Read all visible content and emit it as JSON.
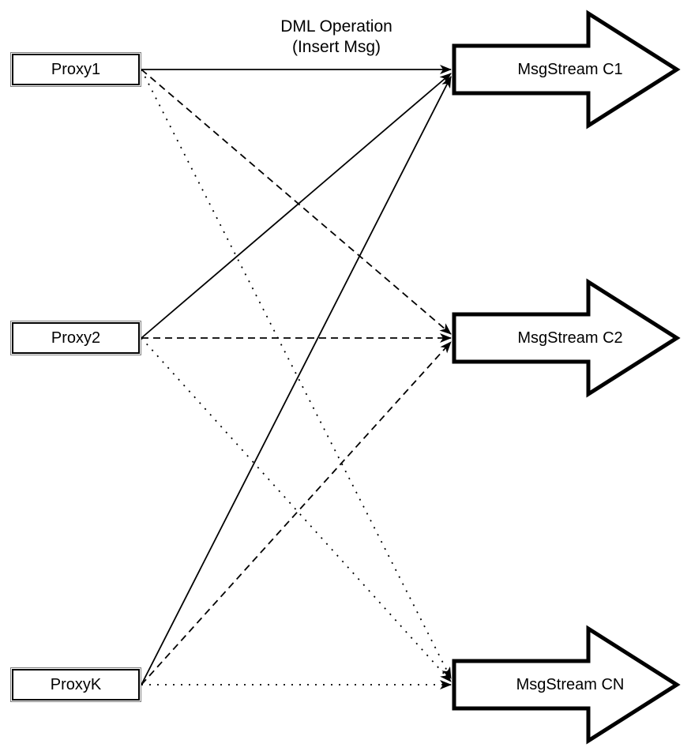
{
  "diagram": {
    "edge_label": {
      "line1": "DML Operation",
      "line2": "(Insert Msg)"
    },
    "proxies": [
      {
        "id": "proxy1",
        "label": "Proxy1"
      },
      {
        "id": "proxy2",
        "label": "Proxy2"
      },
      {
        "id": "proxyk",
        "label": "ProxyK"
      }
    ],
    "streams": [
      {
        "id": "msgstream-c1",
        "label": "MsgStream C1"
      },
      {
        "id": "msgstream-c2",
        "label": "MsgStream C2"
      },
      {
        "id": "msgstream-cn",
        "label": "MsgStream CN"
      }
    ],
    "edges": [
      {
        "from": "Proxy1",
        "to": "MsgStream C1",
        "style": "solid",
        "label": "DML Operation (Insert Msg)"
      },
      {
        "from": "Proxy2",
        "to": "MsgStream C1",
        "style": "solid"
      },
      {
        "from": "ProxyK",
        "to": "MsgStream C1",
        "style": "solid"
      },
      {
        "from": "Proxy1",
        "to": "MsgStream C2",
        "style": "dashed"
      },
      {
        "from": "Proxy2",
        "to": "MsgStream C2",
        "style": "dashed"
      },
      {
        "from": "ProxyK",
        "to": "MsgStream C2",
        "style": "dashed"
      },
      {
        "from": "Proxy1",
        "to": "MsgStream CN",
        "style": "dotted"
      },
      {
        "from": "Proxy2",
        "to": "MsgStream CN",
        "style": "dotted"
      },
      {
        "from": "ProxyK",
        "to": "MsgStream CN",
        "style": "dotted"
      }
    ],
    "colors": {
      "line": "#000000",
      "shape_stroke": "#000000",
      "shape_fill": "#ffffff",
      "background": "#ffffff"
    }
  }
}
